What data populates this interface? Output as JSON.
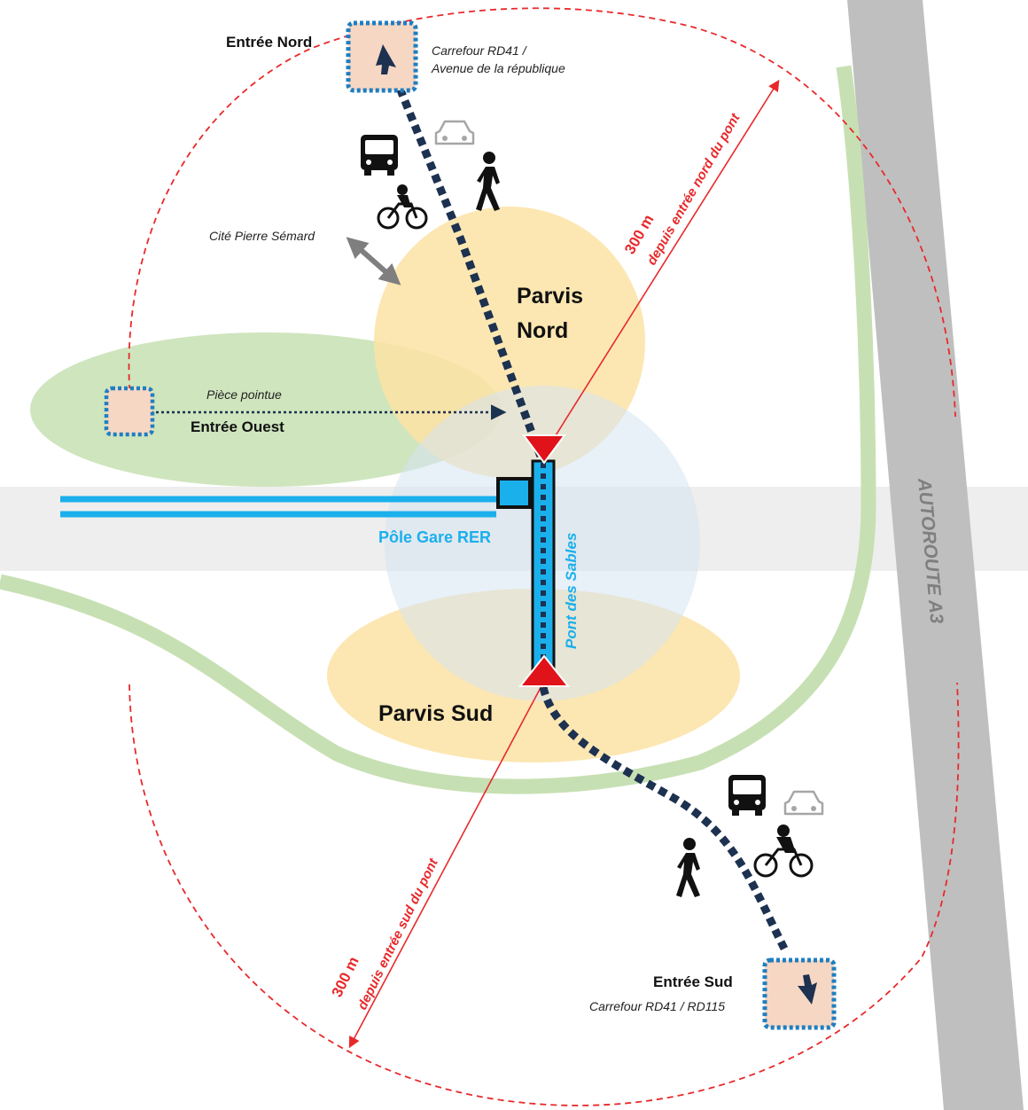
{
  "map": {
    "entrances": {
      "north": {
        "name": "Entrée Nord",
        "place_line1": "Carrefour RD41 /",
        "place_line2": "Avenue de la république"
      },
      "west": {
        "name": "Entrée Ouest",
        "place": "Pièce pointue"
      },
      "south": {
        "name": "Entrée Sud",
        "place": "Carrefour RD41 / RD115"
      }
    },
    "zones": {
      "parvis_nord_line1": "Parvis",
      "parvis_nord_line2": "Nord",
      "parvis_sud": "Parvis Sud"
    },
    "station": "Pôle Gare RER",
    "bridge": "Pont des Sables",
    "neighbourhood": "Cité Pierre Sémard",
    "motorway": "AUTOROUTE A3",
    "radius_north": {
      "distance": "300 m",
      "text": "depuis entrée nord du pont"
    },
    "radius_south": {
      "distance": "300 m",
      "text": "depuis entrée sud du pont"
    },
    "icons": {
      "north_group": [
        "bus-icon",
        "car-icon",
        "pedestrian-icon",
        "bicycle-icon"
      ],
      "south_group": [
        "bus-icon",
        "car-icon",
        "pedestrian-icon",
        "bicycle-icon"
      ]
    },
    "colors": {
      "parvis": "#fbe3a4",
      "green_space": "#c7e0b3",
      "station_area": "#dfe9f5",
      "rail": "#1ab0ec",
      "radius_line": "#e8292b",
      "path": "#1d3150",
      "entrance_fill": "#f6d7c4",
      "entrance_border": "#1f7ec1",
      "motorway": "#bfbfbf",
      "rail_corridor": "#eeeeee",
      "bridge_marker": "#e0121a"
    }
  }
}
